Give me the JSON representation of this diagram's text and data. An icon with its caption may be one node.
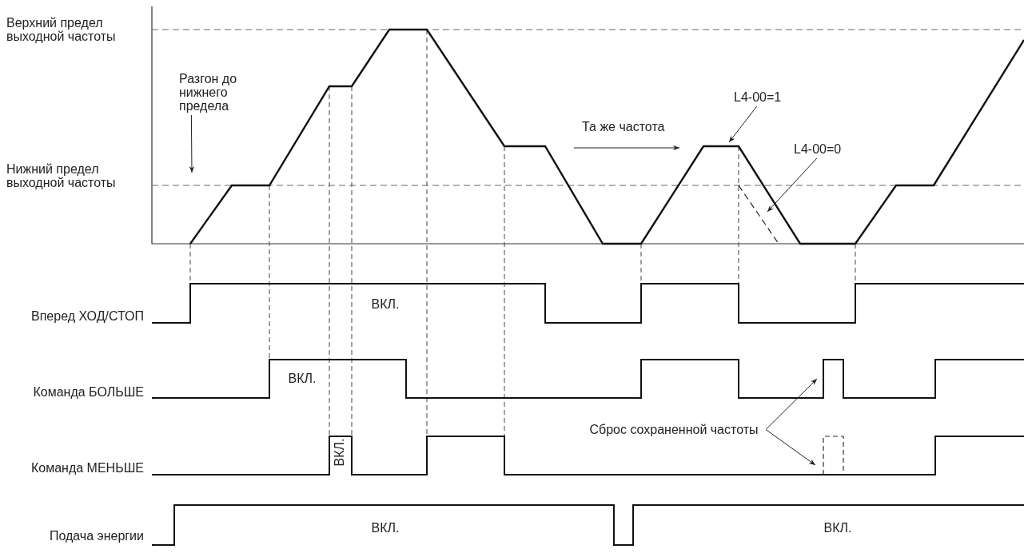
{
  "diagram": {
    "nodes": [
      {
        "text": [
          "Разгон до нижнего предела"
        ]
      },
      {
        "text": [
          "L4-00=1"
        ]
      },
      {
        "text": [
          "L4-00=0"
        ]
      },
      {
        "text": [
          "Сброс сохраненной частоты"
        ]
      }
    ],
    "edges": [
      {
        "from": 0,
        "to": null,
        "arrow": "to"
      },
      {
        "from": 1,
        "to": null,
        "arrow": "to"
      },
      {
        "from": 2,
        "to": null,
        "arrow": "to"
      },
      {
        "from": 3,
        "to": null,
        "arrow": "to"
      },
      {
        "from": 3,
        "to": null,
        "arrow": "to"
      }
    ],
    "labels": [
      "Верхний предел выходной частоты",
      "Нижний предел выходной частоты",
      "Та же частота",
      "Вперед ХОД/СТОП",
      "ВКЛ.",
      "Команда БОЛЬШЕ",
      "ВКЛ.",
      "Команда МЕНЬШЕ",
      "ВКЛ.",
      "Подача энергии",
      "ВКЛ.",
      "ВКЛ."
    ]
  }
}
